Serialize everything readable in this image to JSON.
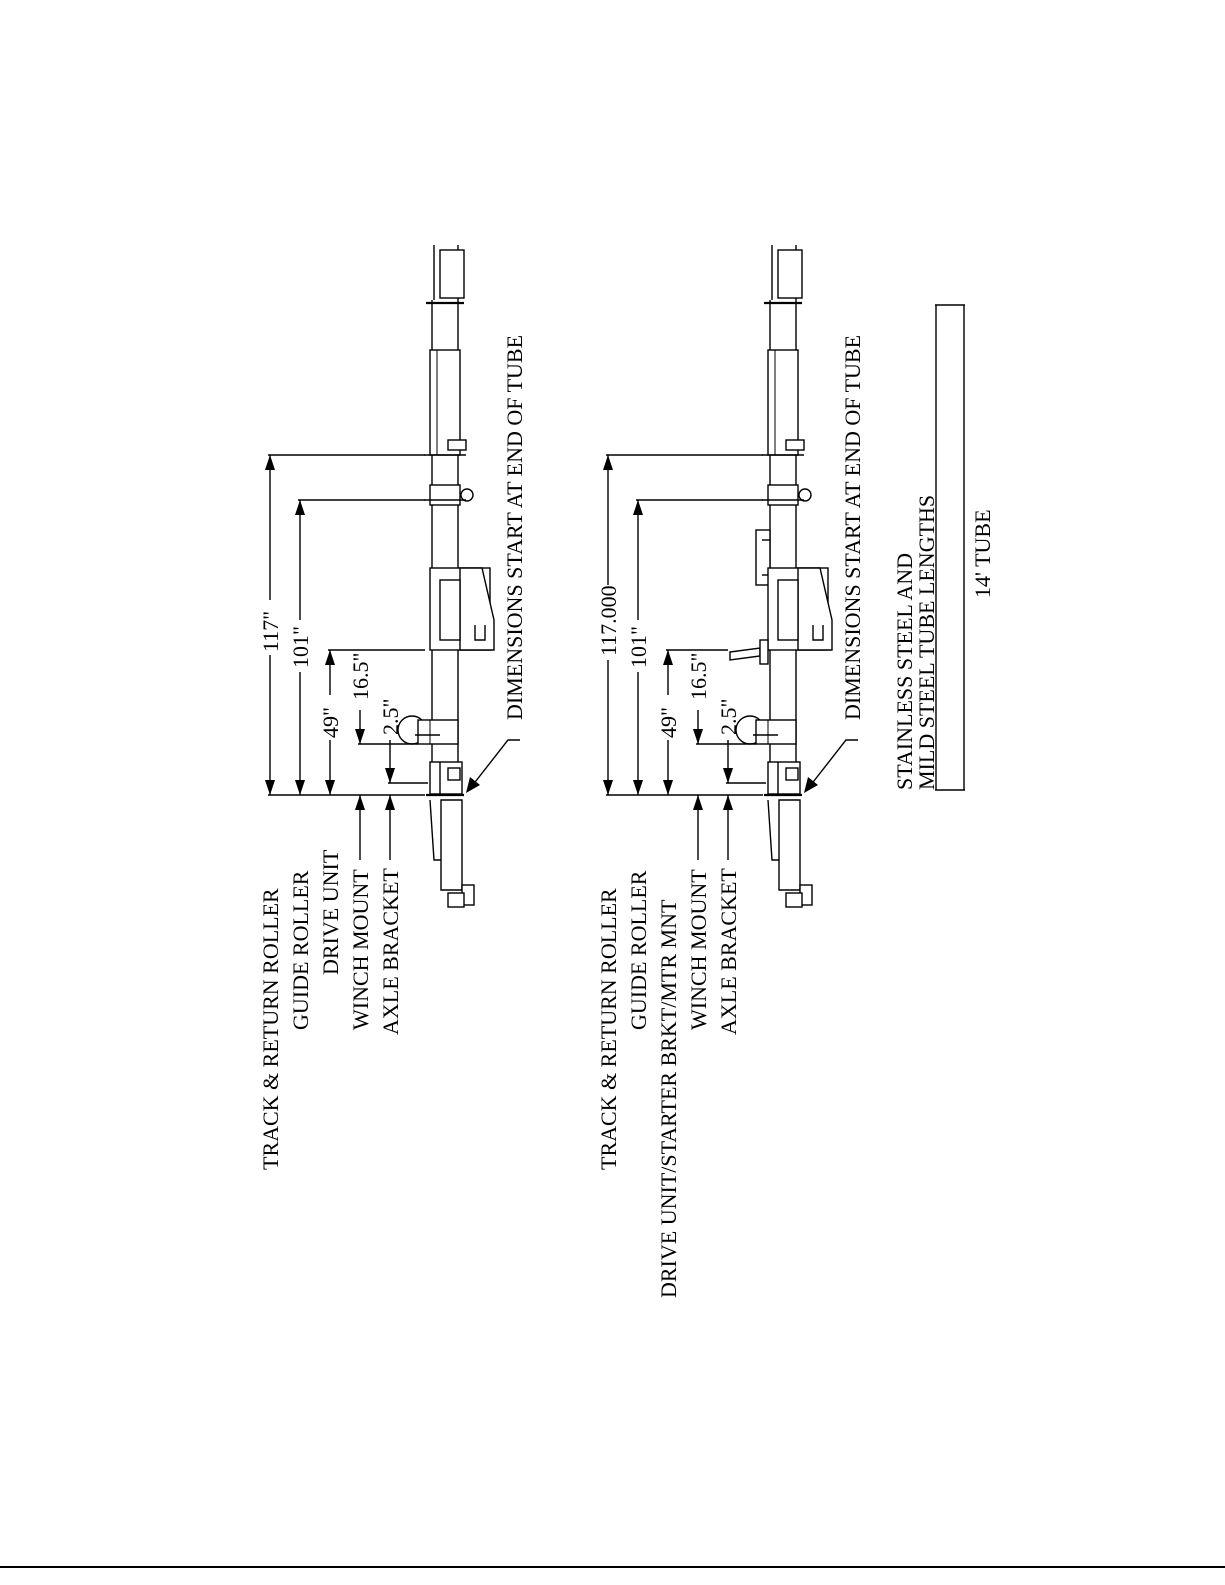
{
  "drawing_1": {
    "labels": {
      "track_return_roller": "TRACK & RETURN ROLLER",
      "guide_roller": "GUIDE ROLLER",
      "drive_unit": "DRIVE UNIT",
      "winch_mount": "WINCH MOUNT",
      "axle_bracket": "AXLE BRACKET"
    },
    "dimensions": {
      "track_return_roller": "117\"",
      "guide_roller": "101\"",
      "drive_unit": "49\"",
      "winch_mount": "16.5\"",
      "axle_bracket": "2.5\""
    },
    "note": "DIMENSIONS START AT END OF TUBE"
  },
  "drawing_2": {
    "labels": {
      "track_return_roller": "TRACK & RETURN ROLLER",
      "guide_roller": "GUIDE ROLLER",
      "drive_unit": "DRIVE UNIT/STARTER BRKT/MTR MNT",
      "winch_mount": "WINCH MOUNT",
      "axle_bracket": "AXLE BRACKET"
    },
    "dimensions": {
      "track_return_roller": "117.000",
      "guide_roller": "101\"",
      "drive_unit": "49\"",
      "winch_mount": "16.5\"",
      "axle_bracket": "2.5\""
    },
    "note": "DIMENSIONS START AT END OF TUBE"
  },
  "tube_note": {
    "line1": "STAINLESS STEEL AND",
    "line2": "MILD STEEL TUBE LENGTHS",
    "tube_label": "14' TUBE"
  },
  "colors": {
    "ink": "#000000",
    "paper": "#ffffff"
  }
}
